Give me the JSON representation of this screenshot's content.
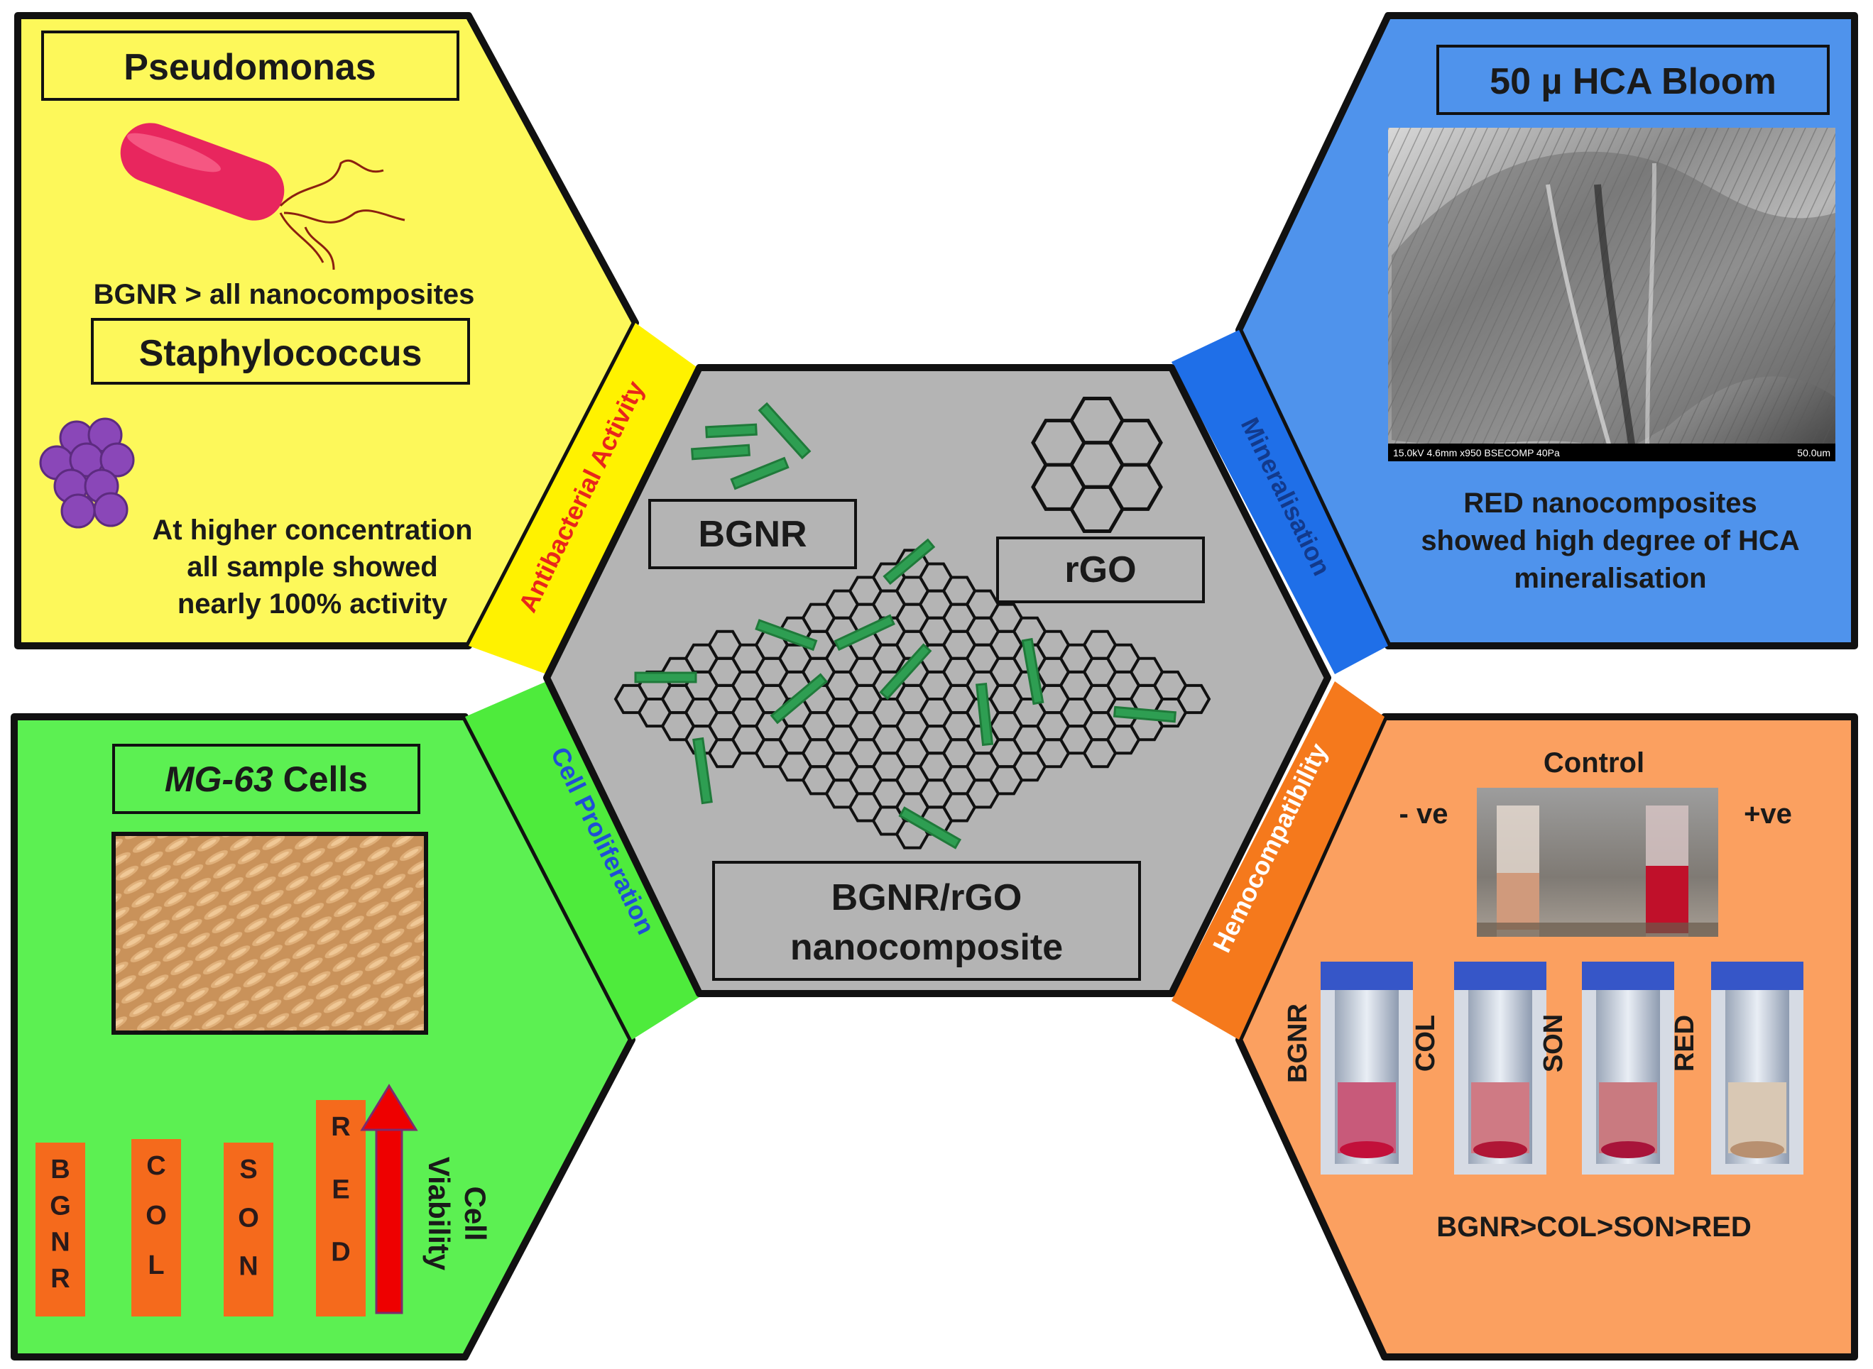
{
  "center": {
    "bgnr_label": "BGNR",
    "rgo_label": "rGO",
    "composite_line1": "BGNR/rGO",
    "composite_line2": "nanocomposite"
  },
  "connectors": {
    "antibacterial": "Antibacterial Activity",
    "mineralisation": "Mineralisation",
    "cell_proliferation": "Cell Proliferation",
    "hemocompatibility": "Hemocompatibility"
  },
  "antibacterial_panel": {
    "pseudomonas_title": "Pseudomonas",
    "pseudomonas_result": "BGNR > all nanocomposites",
    "staph_title": "Staphylococcus",
    "staph_result_lines": [
      "At higher concentration",
      "all sample showed",
      "nearly  100% activity"
    ]
  },
  "mineralisation_panel": {
    "title": "50 µ HCA Bloom",
    "sem_caption_left": "15.0kV 4.6mm x950 BSECOMP 40Pa",
    "sem_caption_right": "50.0um",
    "result_lines": [
      "RED nanocomposites",
      "showed high degree of HCA",
      "mineralisation"
    ]
  },
  "proliferation_panel": {
    "title_italic": "MG-63",
    "title_rest": " Cells",
    "bars": [
      "BGNR",
      "COL",
      "SON",
      "RED"
    ],
    "arrow_label_line1": "Cell",
    "arrow_label_line2": "Viability"
  },
  "hemocompatibility_panel": {
    "control_label": "Control",
    "neg_label": "- ve",
    "pos_label": "+ve",
    "samples": [
      "BGNR",
      "COL",
      "SON",
      "RED"
    ],
    "ranking": "BGNR>COL>SON>RED"
  },
  "colors": {
    "yellow_panel": "#fdf85a",
    "blue_panel": "#4f93ec",
    "green_panel": "#5cf052",
    "orange_panel": "#fba060",
    "gray_hexagon": "#b4b4b4",
    "yellow_connector": "#fff200",
    "blue_connector": "#1f6fe8",
    "green_connector": "#4eeb3c",
    "orange_connector": "#f5791c",
    "nanorod": "#2e9e52",
    "bar_orange": "#f56a1c",
    "arrow_red": "#ee0000"
  }
}
